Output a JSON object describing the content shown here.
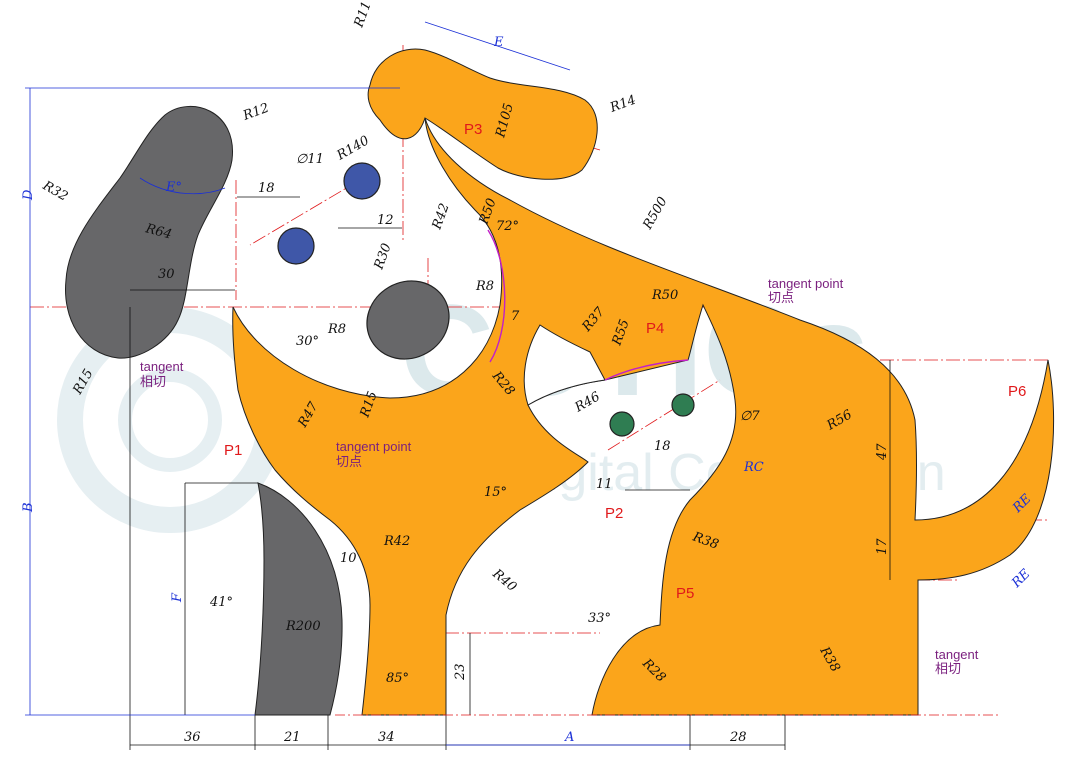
{
  "watermark": {
    "big": "CCTICs",
    "sub": "CAD Digital Competition"
  },
  "points": {
    "p1": "P1",
    "p2": "P2",
    "p3": "P3",
    "p4": "P4",
    "p5": "P5",
    "p6": "P6"
  },
  "notes": {
    "tangent_left_en": "tangent",
    "tangent_left_cn": "相切",
    "tangent_pt_mid_en": "tangent point",
    "tangent_pt_mid_cn": "切点",
    "tangent_pt_top_en": "tangent point",
    "tangent_pt_top_cn": "切点",
    "tangent_right_en": "tangent",
    "tangent_right_cn": "相切"
  },
  "variables": {
    "a": "A",
    "b": "B",
    "d": "D",
    "e": "E",
    "f": "F",
    "e_deg": "E°",
    "rc": "RC",
    "re1": "RE",
    "re2": "RE"
  },
  "dimensions": {
    "r11": "R11",
    "r12": "R12",
    "r14": "R14",
    "r105": "R105",
    "r32": "R32",
    "r64": "R64",
    "r140": "R140",
    "d11": "∅11",
    "d7": "∅7",
    "l18a": "18",
    "l12": "12",
    "r42a": "R42",
    "r50a": "R50",
    "a72": "72°",
    "r500": "R500",
    "r30": "R30",
    "l30": "30",
    "r8a": "R8",
    "r8b": "R8",
    "a30": "30°",
    "r15a": "R15",
    "r15b": "R15",
    "r47": "R47",
    "r28a": "R28",
    "l7": "7",
    "r37": "R37",
    "r55": "R55",
    "r50b": "R50",
    "r46": "R46",
    "l18b": "18",
    "l11": "11",
    "a15": "15°",
    "r56": "R56",
    "r38a": "R38",
    "r38b": "R38",
    "l47": "47",
    "l17": "17",
    "l10": "10",
    "r42b": "R42",
    "r40": "R40",
    "a33": "33°",
    "a41": "41°",
    "r200": "R200",
    "a85": "85°",
    "l23": "23",
    "r28b": "R28",
    "l36": "36",
    "l21": "21",
    "l34": "34",
    "l28": "28"
  },
  "colors": {
    "body": "#fba51b",
    "dark": "#676769",
    "hole": "#3f57a8",
    "hole_small": "#2f7d52",
    "dim_blue": "#1a2fd6",
    "label_red": "#e0191b"
  }
}
